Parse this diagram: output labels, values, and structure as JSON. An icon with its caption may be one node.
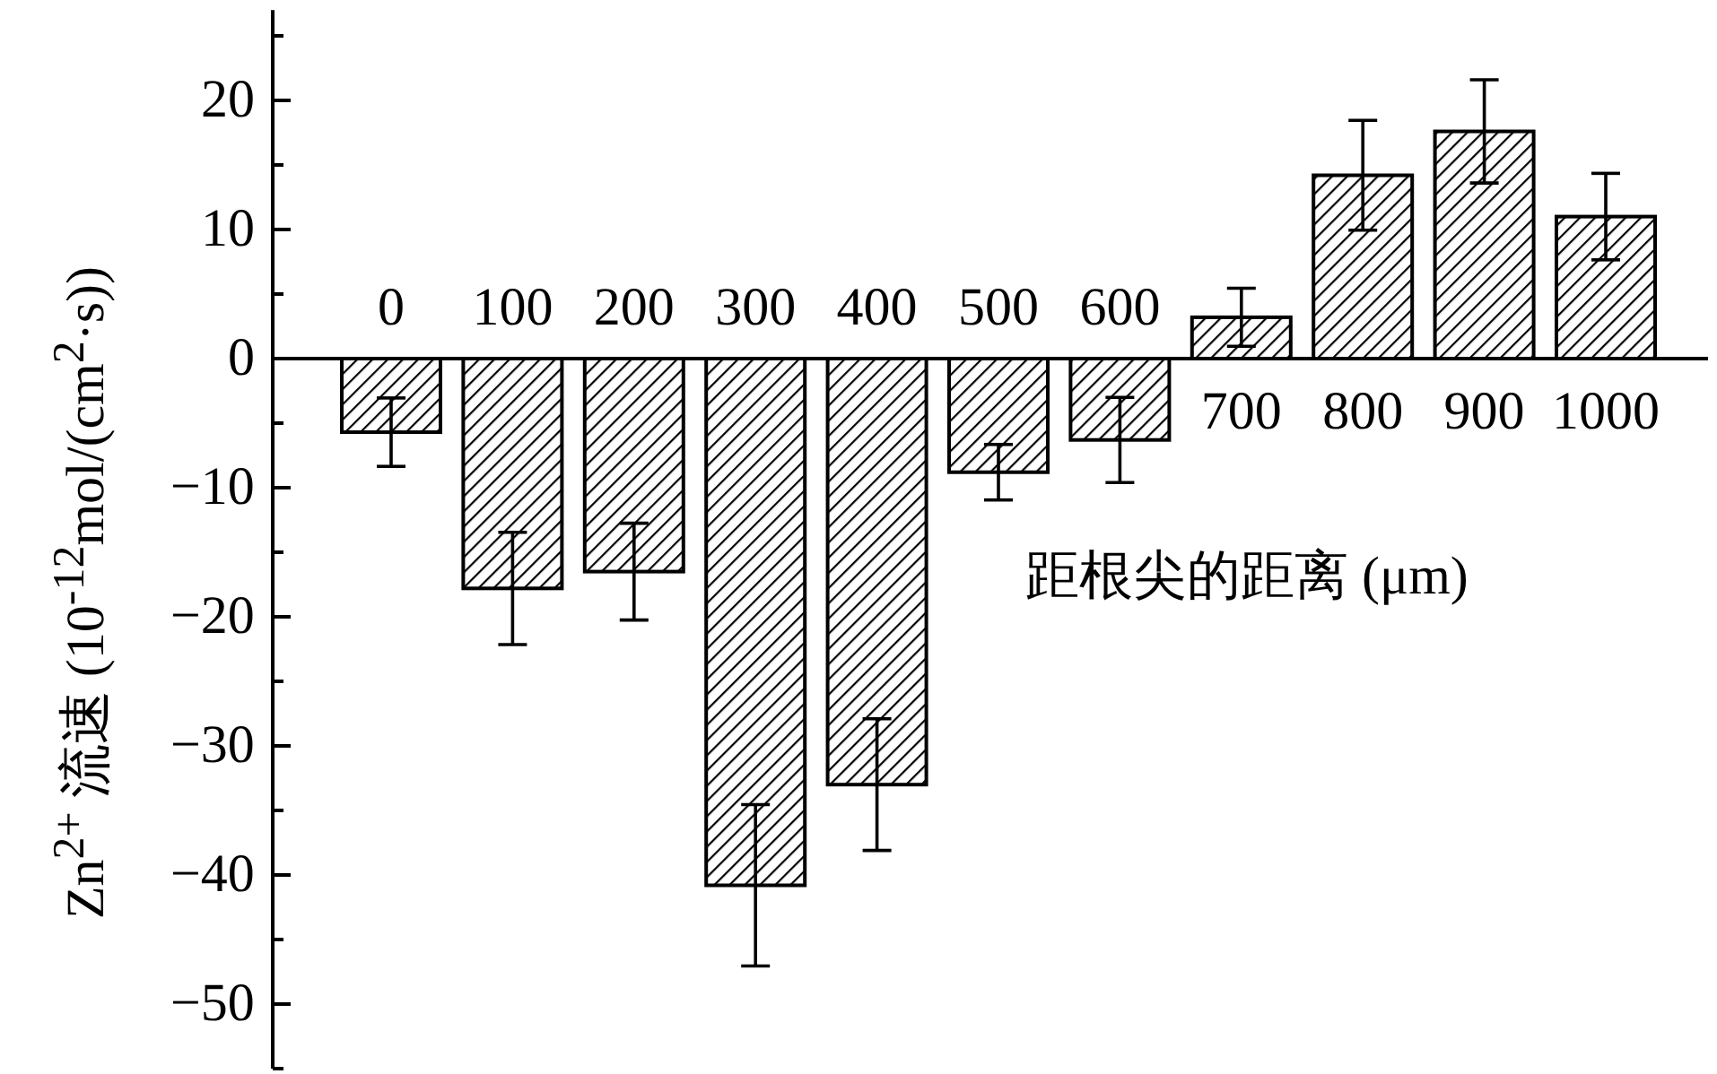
{
  "diagram": {
    "chart_data": {
      "type": "bar",
      "xlabel": "距根尖的距离 (μm)",
      "ylabel": "Zn$^{2+}$ 流速 (10$^{-12}$mol/(cm$^{2}$·s))",
      "categories": [
        "0",
        "100",
        "200",
        "300",
        "400",
        "500",
        "600",
        "700",
        "800",
        "900",
        "1000"
      ],
      "series": [
        {
          "values": [
            -5.7,
            -17.8,
            -16.5,
            -40.8,
            -33.0,
            -8.8,
            -6.3,
            3.2,
            14.2,
            17.6,
            11.0
          ],
          "errors": [
            2.65,
            4.35,
            3.75,
            6.25,
            5.1,
            2.15,
            3.3,
            2.25,
            4.25,
            4.0,
            3.35
          ]
        }
      ],
      "ylim": [
        -55,
        27
      ],
      "yticks": [
        -50,
        -40,
        -30,
        -20,
        -10,
        0,
        10,
        20
      ]
    }
  }
}
